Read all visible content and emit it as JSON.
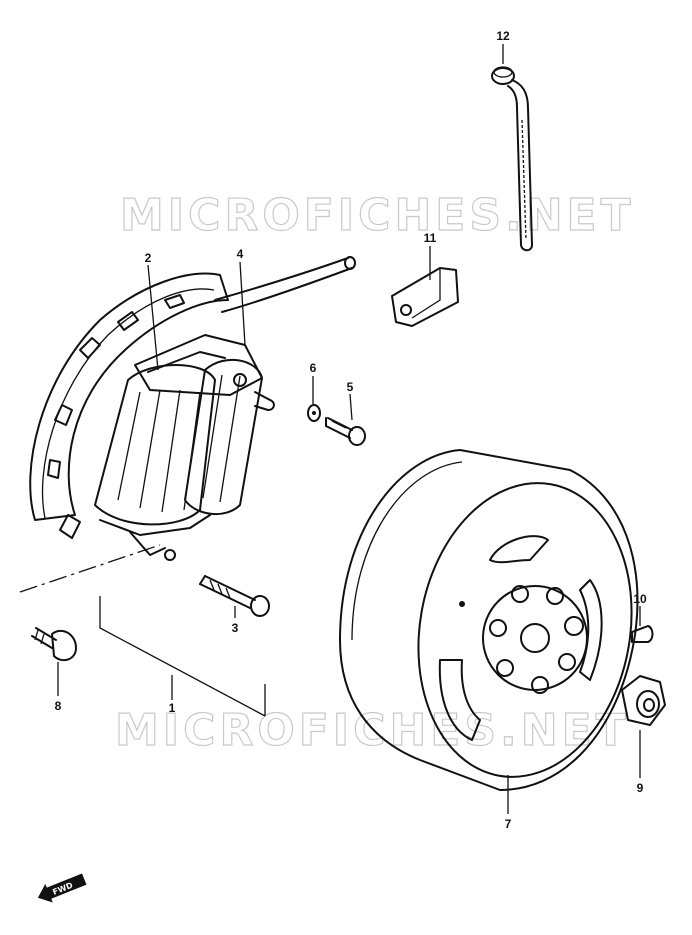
{
  "watermark": "MICROFICHES.NET",
  "forward_label": "FWD",
  "callouts": [
    "1",
    "2",
    "3",
    "4",
    "5",
    "6",
    "7",
    "8",
    "9",
    "10",
    "11",
    "12"
  ]
}
